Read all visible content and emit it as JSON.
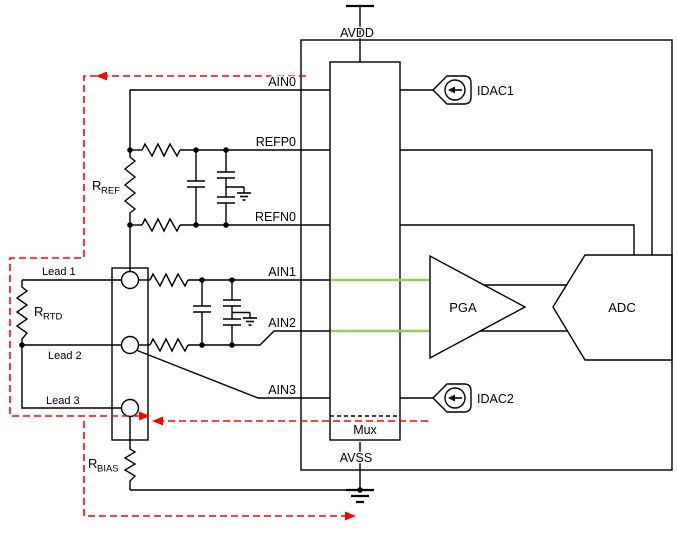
{
  "diagram": {
    "power": {
      "avdd": "AVDD",
      "avss": "AVSS"
    },
    "pins": {
      "ain0": "AIN0",
      "refp0": "REFP0",
      "refn0": "REFN0",
      "ain1": "AIN1",
      "ain2": "AIN2",
      "ain3": "AIN3"
    },
    "blocks": {
      "mux": "Mux",
      "pga": "PGA",
      "adc": "ADC",
      "idac1": "IDAC1",
      "idac2": "IDAC2"
    },
    "leads": {
      "lead1": "Lead 1",
      "lead2": "Lead 2",
      "lead3": "Lead 3"
    },
    "resistors": {
      "r_ref": {
        "base": "R",
        "sub": "REF"
      },
      "r_rtd": {
        "base": "R",
        "sub": "RTD"
      },
      "r_bias": {
        "base": "R",
        "sub": "BIAS"
      }
    },
    "colors": {
      "wire": "#000000",
      "idac_current_path": "#ff0000",
      "selected_channel": "#92d050"
    }
  }
}
